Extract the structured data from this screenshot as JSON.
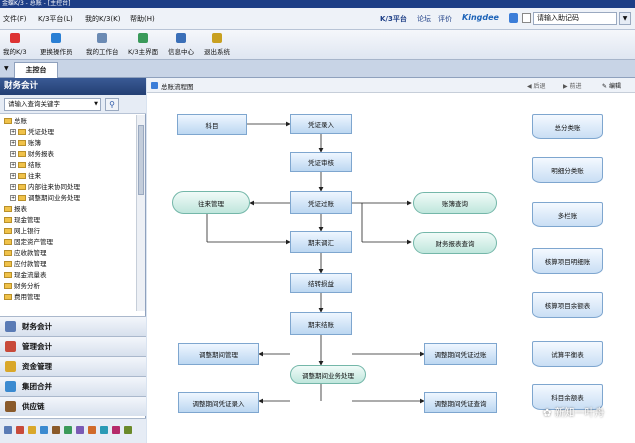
{
  "window": {
    "title": "金蝶K/3 - 总账 - [主控台]"
  },
  "menubar": {
    "items": [
      "文件(F)",
      "K/3平台(L)",
      "我的K/3(K)",
      "帮助(H)"
    ],
    "links": [
      "K/3平台",
      "论坛",
      "评价"
    ],
    "brand": "Kingdee",
    "help_placeholder": "请输入助记码"
  },
  "toolbar": {
    "buttons": [
      "我的K/3",
      "更换操作员",
      "我的工作台",
      "K/3主界面",
      "信息中心",
      "退出系统"
    ]
  },
  "tabs": {
    "main": "主控台"
  },
  "sidebar": {
    "title": "财务会计",
    "search_placeholder": "请输入查询关键字",
    "tree": [
      {
        "label": "总账",
        "level": 0,
        "expand": "−"
      },
      {
        "label": "凭证处理",
        "level": 1,
        "expand": "+"
      },
      {
        "label": "账簿",
        "level": 1,
        "expand": "+"
      },
      {
        "label": "财务报表",
        "level": 1,
        "expand": "+"
      },
      {
        "label": "结账",
        "level": 1,
        "expand": "+"
      },
      {
        "label": "往来",
        "level": 1,
        "expand": "+"
      },
      {
        "label": "内部往来协同处理",
        "level": 1,
        "expand": "+"
      },
      {
        "label": "调整期间业务处理",
        "level": 1,
        "expand": "+"
      },
      {
        "label": "报表",
        "level": 0,
        "expand": ""
      },
      {
        "label": "现金管理",
        "level": 0,
        "expand": ""
      },
      {
        "label": "网上银行",
        "level": 0,
        "expand": ""
      },
      {
        "label": "固定资产管理",
        "level": 0,
        "expand": ""
      },
      {
        "label": "应收款管理",
        "level": 0,
        "expand": ""
      },
      {
        "label": "应付款管理",
        "level": 0,
        "expand": ""
      },
      {
        "label": "现金流量表",
        "level": 0,
        "expand": ""
      },
      {
        "label": "财务分析",
        "level": 0,
        "expand": ""
      },
      {
        "label": "费用管理",
        "level": 0,
        "expand": ""
      }
    ],
    "nav": [
      "财务会计",
      "管理会计",
      "资金管理",
      "集团合并",
      "供应链"
    ]
  },
  "content": {
    "title": "总账流程图",
    "buttons": [
      "后退",
      "前进",
      "编辑"
    ],
    "flow": {
      "kemu": "科目",
      "pz_lr": "凭证录入",
      "pz_sh": "凭证审核",
      "pz_gz": "凭证过账",
      "wl_gl": "往来管理",
      "zb_cx": "账簿查询",
      "qm_tj": "期末调汇",
      "cwbb_cx": "财务报表查询",
      "jz_sy": "结转损益",
      "qm_jz": "期末结账",
      "tz_qj_gl": "调整期间管理",
      "tz_qj_pz_gz": "调整期间凭证过账",
      "tz_qj_yw": "调整期间业务处理",
      "tz_qj_pz_lr": "调整期间凭证录入",
      "tz_qj_pz_cx": "调整期间凭证查询"
    },
    "reports": [
      "总分类账",
      "明细分类账",
      "多栏账",
      "核算项目明细账",
      "核算项目余额表",
      "试算平衡表",
      "科目余额表"
    ]
  },
  "watermark": "新知一叶舟"
}
